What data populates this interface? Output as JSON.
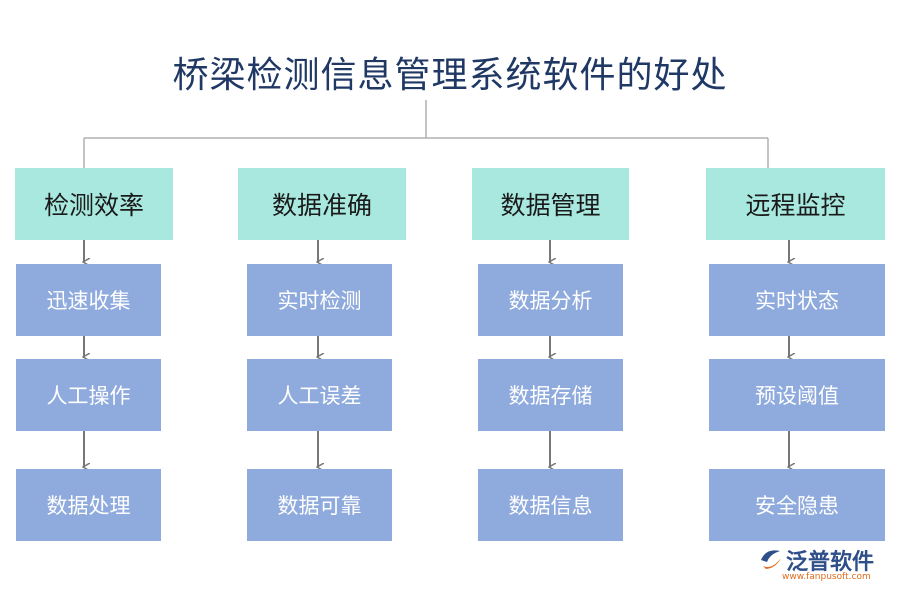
{
  "title": "桥梁检测信息管理系统软件的好处",
  "columns": [
    {
      "head": "检测效率",
      "items": [
        "迅速收集",
        "人工操作",
        "数据处理"
      ]
    },
    {
      "head": "数据准确",
      "items": [
        "实时检测",
        "人工误差",
        "数据可靠"
      ]
    },
    {
      "head": "数据管理",
      "items": [
        "数据分析",
        "数据存储",
        "数据信息"
      ]
    },
    {
      "head": "远程监控",
      "items": [
        "实时状态",
        "预设阈值",
        "安全隐患"
      ]
    }
  ],
  "logo": {
    "name": "泛普软件",
    "url": "www.fanpusoft.com"
  },
  "colors": {
    "head_fill": "#a8e8df",
    "item_fill": "#8faadc",
    "title": "#1f3864",
    "line": "#b0b0b0",
    "arrow": "#777777"
  }
}
